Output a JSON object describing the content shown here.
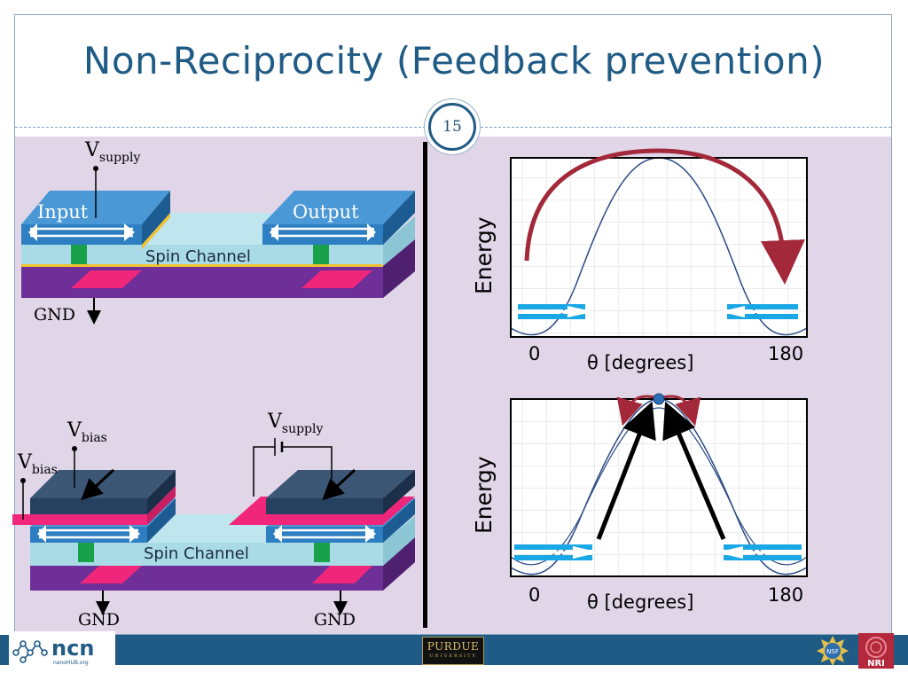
{
  "slide": {
    "title": "Non-Reciprocity (Feedback prevention)",
    "page_number": "15"
  },
  "device_top": {
    "v_supply_main": "V",
    "v_supply_sub": "supply",
    "input_label": "Input",
    "output_label": "Output",
    "channel_label": "Spin Channel",
    "gnd_label": "GND"
  },
  "device_bottom": {
    "v_bias_main": "V",
    "v_bias_sub": "bias",
    "v_bias_left_main": "V",
    "v_bias_left_sub": "bias",
    "v_supply_main": "V",
    "v_supply_sub": "supply",
    "channel_label": "Spin Channel",
    "gnd_left": "GND",
    "gnd_right": "GND"
  },
  "plot_top": {
    "ylabel": "Energy",
    "xlabel": "θ [degrees]",
    "x_min": "0",
    "x_max": "180"
  },
  "plot_bottom": {
    "ylabel": "Energy",
    "xlabel": "θ [degrees]",
    "x_min": "0",
    "x_max": "180"
  },
  "footer": {
    "ncn_text": "ncn",
    "ncn_sub": "nanoHUB.org",
    "purdue_text": "PURDUE",
    "purdue_sub": "UNIVERSITY",
    "nri_text": "NRI",
    "nsf_text": "NSF"
  },
  "colors": {
    "title": "#1f5b85",
    "background": "#e0d6e8",
    "magnet_blue": "#2e7fc1",
    "channel_cyan": "#a9dbe6",
    "substrate_purple": "#7a38a3",
    "contact_pink": "#f0267a",
    "curve_arrow": "#a3283a",
    "spin_arrow": "#1aa7e6"
  }
}
